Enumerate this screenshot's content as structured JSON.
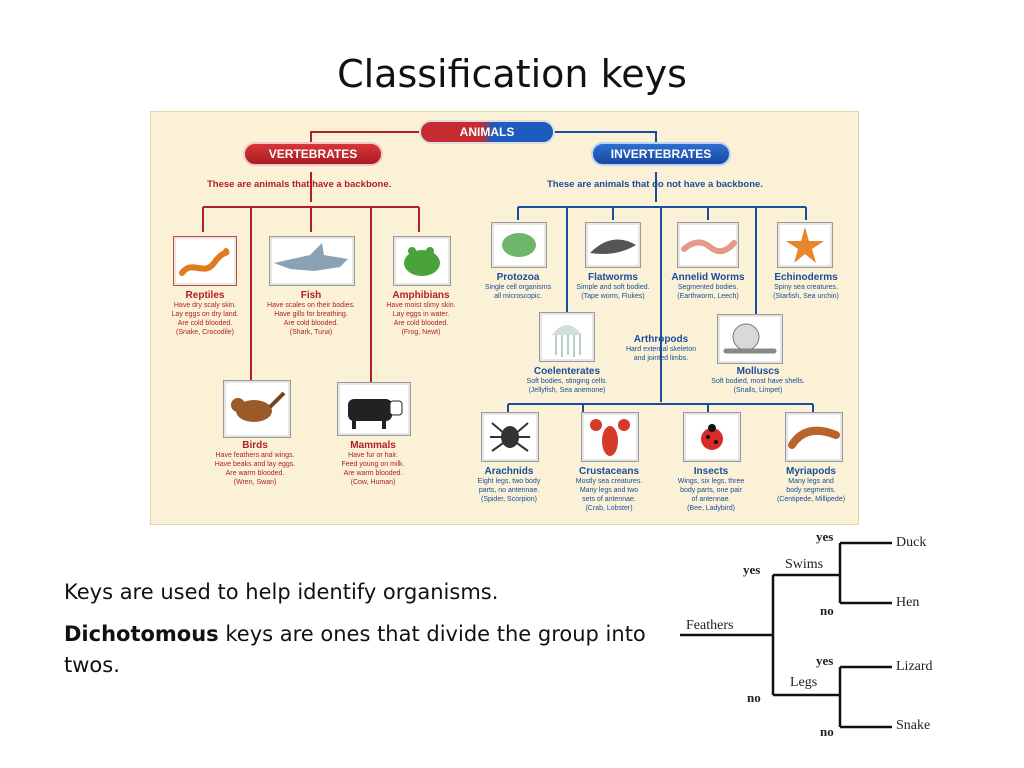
{
  "slide": {
    "title": "Classification keys",
    "bullet1": "Keys are used to help identify organisms.",
    "bullet2_bold": "Dichotomous",
    "bullet2_rest": " keys are ones that divide the group into twos."
  },
  "poster": {
    "animals_label": "ANIMALS",
    "vertebrates_label": "VERTEBRATES",
    "invertebrates_label": "INVERTEBRATES",
    "vertebrates_sub": "These are animals that have a backbone.",
    "invertebrates_sub": "These are animals that do not have a backbone.",
    "colors": {
      "vertebrate": "#b02024",
      "invertebrate": "#1a4d9c",
      "background": "#fbf1d6"
    },
    "vertebrates": [
      {
        "name": "Reptiles",
        "desc": [
          "Have dry scaly skin.",
          "Lay eggs on dry land.",
          "Are cold blooded.",
          "(Snake, Crocodile)"
        ]
      },
      {
        "name": "Fish",
        "desc": [
          "Have scales on their bodies.",
          "Have gills for breathing.",
          "Are cold blooded.",
          "(Shark, Tuna)"
        ]
      },
      {
        "name": "Amphibians",
        "desc": [
          "Have moist slimy skin.",
          "Lay eggs in water.",
          "Are cold blooded.",
          "(Frog, Newt)"
        ]
      },
      {
        "name": "Birds",
        "desc": [
          "Have feathers and wings.",
          "Have beaks and lay eggs.",
          "Are warm blooded.",
          "(Wren, Swan)"
        ]
      },
      {
        "name": "Mammals",
        "desc": [
          "Have fur or hair.",
          "Feed young on milk.",
          "Are warm blooded.",
          "(Cow, Human)"
        ]
      }
    ],
    "invertebrates": [
      {
        "name": "Protozoa",
        "desc": [
          "Single cell organisms",
          "all microscopic."
        ]
      },
      {
        "name": "Flatworms",
        "desc": [
          "Simple and soft bodied.",
          "(Tape worm, Flukes)"
        ]
      },
      {
        "name": "Annelid Worms",
        "desc": [
          "Segmented bodies.",
          "(Earthworm, Leech)"
        ]
      },
      {
        "name": "Echinoderms",
        "desc": [
          "Spiny sea creatures.",
          "(Starfish, Sea urchin)"
        ]
      },
      {
        "name": "Coelenterates",
        "desc": [
          "Soft bodies, stinging cells.",
          "(Jellyfish, Sea anemone)"
        ]
      },
      {
        "name": "Arthropods",
        "desc": [
          "Hard external skeleton",
          "and jointed limbs."
        ]
      },
      {
        "name": "Molluscs",
        "desc": [
          "Soft bodied, most have shells.",
          "(Snails, Limpet)"
        ]
      },
      {
        "name": "Arachnids",
        "desc": [
          "Eight legs, two body",
          "parts, no antennae.",
          "(Spider, Scorpion)"
        ]
      },
      {
        "name": "Crustaceans",
        "desc": [
          "Mostly sea creatures.",
          "Many legs and two",
          "sets of antennae.",
          "(Crab, Lobster)"
        ]
      },
      {
        "name": "Insects",
        "desc": [
          "Wings, six legs, three",
          "body parts, one pair",
          "of antennae.",
          "(Bee, Ladybird)"
        ]
      },
      {
        "name": "Myriapods",
        "desc": [
          "Many legs and",
          "body segments.",
          "(Centipede, Millipede)"
        ]
      }
    ]
  },
  "key": {
    "root": "Feathers",
    "yes_top": "yes",
    "no_bottom": "no",
    "swims": "Swims",
    "legs": "Legs",
    "yes_1": "yes",
    "no_1": "no",
    "yes_2": "yes",
    "no_2": "no",
    "duck": "Duck",
    "hen": "Hen",
    "lizard": "Lizard",
    "snake": "Snake"
  }
}
